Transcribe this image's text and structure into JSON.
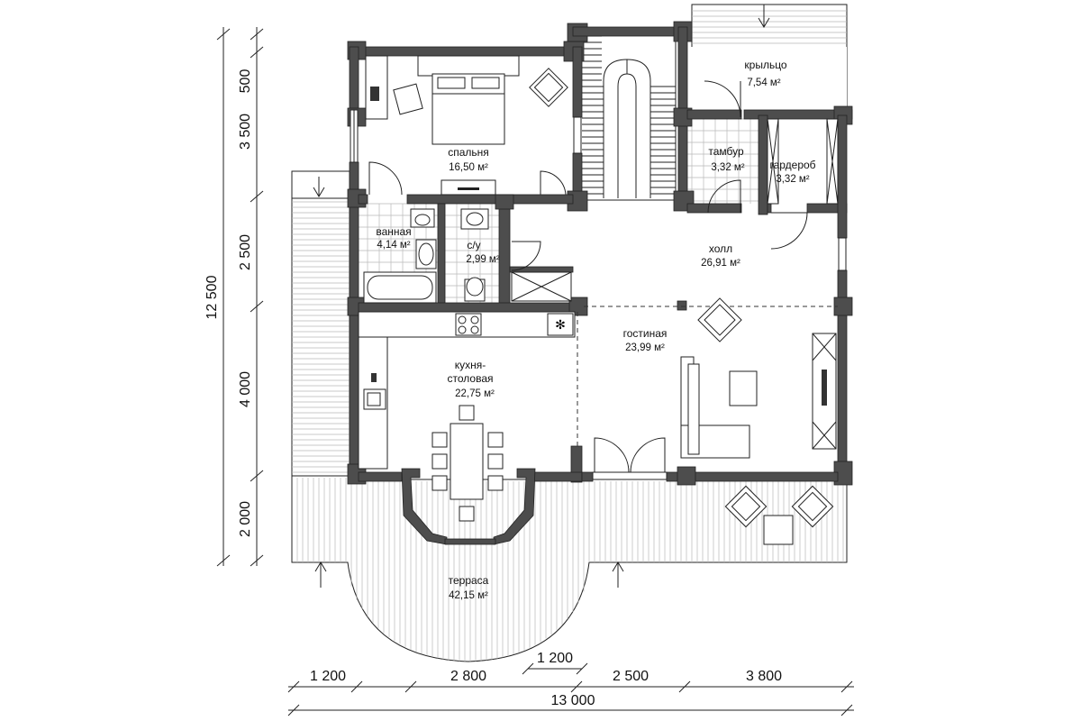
{
  "rooms": {
    "bedroom": {
      "name": "спальня",
      "area": "16,50 м²"
    },
    "bathroom": {
      "name": "ванная",
      "area": "4,14 м²"
    },
    "wc": {
      "name": "с/у",
      "area": "2,99 м²"
    },
    "porch": {
      "name": "крыльцо",
      "area": "7,54 м²"
    },
    "vestibule": {
      "name": "тамбур",
      "area": "3,32 м²"
    },
    "wardrobe": {
      "name": "гардероб",
      "area": "3,32 м²"
    },
    "hall": {
      "name": "холл",
      "area": "26,91 м²"
    },
    "living": {
      "name": "гостиная",
      "area": "23,99 м²"
    },
    "kitchen": {
      "name_line1": "кухня-",
      "name_line2": "столовая",
      "area": "22,75 м²"
    },
    "terrace": {
      "name": "терраса",
      "area": "42,15 м²"
    }
  },
  "dimensions": {
    "vertical_segments": [
      "500",
      "3 500",
      "2 500",
      "4 000",
      "2 000"
    ],
    "vertical_total": "12 500",
    "horizontal_segments": [
      "1 200",
      "2 800",
      "2 500",
      "3 800"
    ],
    "horizontal_extra": "1 200",
    "horizontal_total": "13 000"
  },
  "colors": {
    "wall": "#4d4d4d",
    "line": "#222222",
    "deck": "#b8b8b8"
  }
}
